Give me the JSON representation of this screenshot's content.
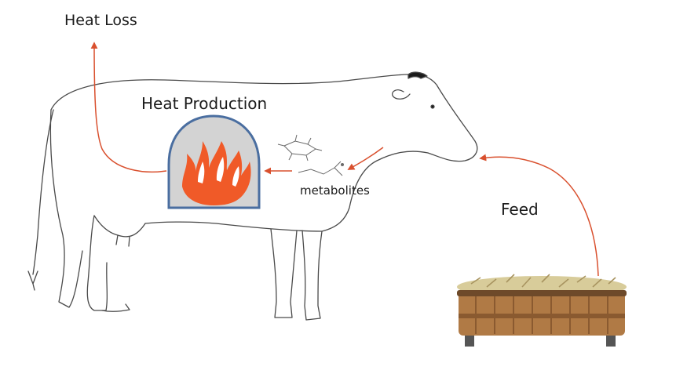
{
  "labels": {
    "heat_loss": "Heat Loss",
    "heat_production": "Heat Production",
    "metabolites": "metabolites",
    "feed": "Feed"
  },
  "colors": {
    "arrow": "#d9502e",
    "outline": "#4a4a4a",
    "furnace_border": "#4a6ea0",
    "furnace_fill": "#d3d3d3",
    "flame_outer": "#f05a28",
    "flame_inner": "#ffffff",
    "trough_wood": "#b07a45",
    "trough_dark": "#6e4a2a",
    "hay": "#d8cc9a"
  },
  "icons": {
    "furnace": "furnace-flame-icon",
    "molecule": "molecule-icon",
    "trough": "feed-trough-icon"
  }
}
